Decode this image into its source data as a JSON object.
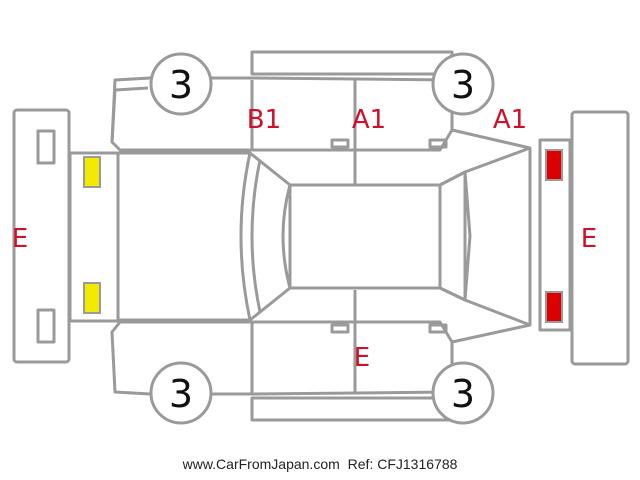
{
  "colors": {
    "outline": "#9a9a9a",
    "damage_label": "#d0102a",
    "yellow_light": "#f2ea00",
    "red_light": "#dd0000"
  },
  "wheel_grade": "3",
  "damage_labels": {
    "rear_left": "B1",
    "door_front_left": "A1",
    "fender_front_left": "A1",
    "rear_bumper": "E",
    "front_bumper": "E",
    "door_right": "E"
  },
  "footer": {
    "site": "www.CarFromJapan.com",
    "ref": "Ref: CFJ1316788"
  }
}
